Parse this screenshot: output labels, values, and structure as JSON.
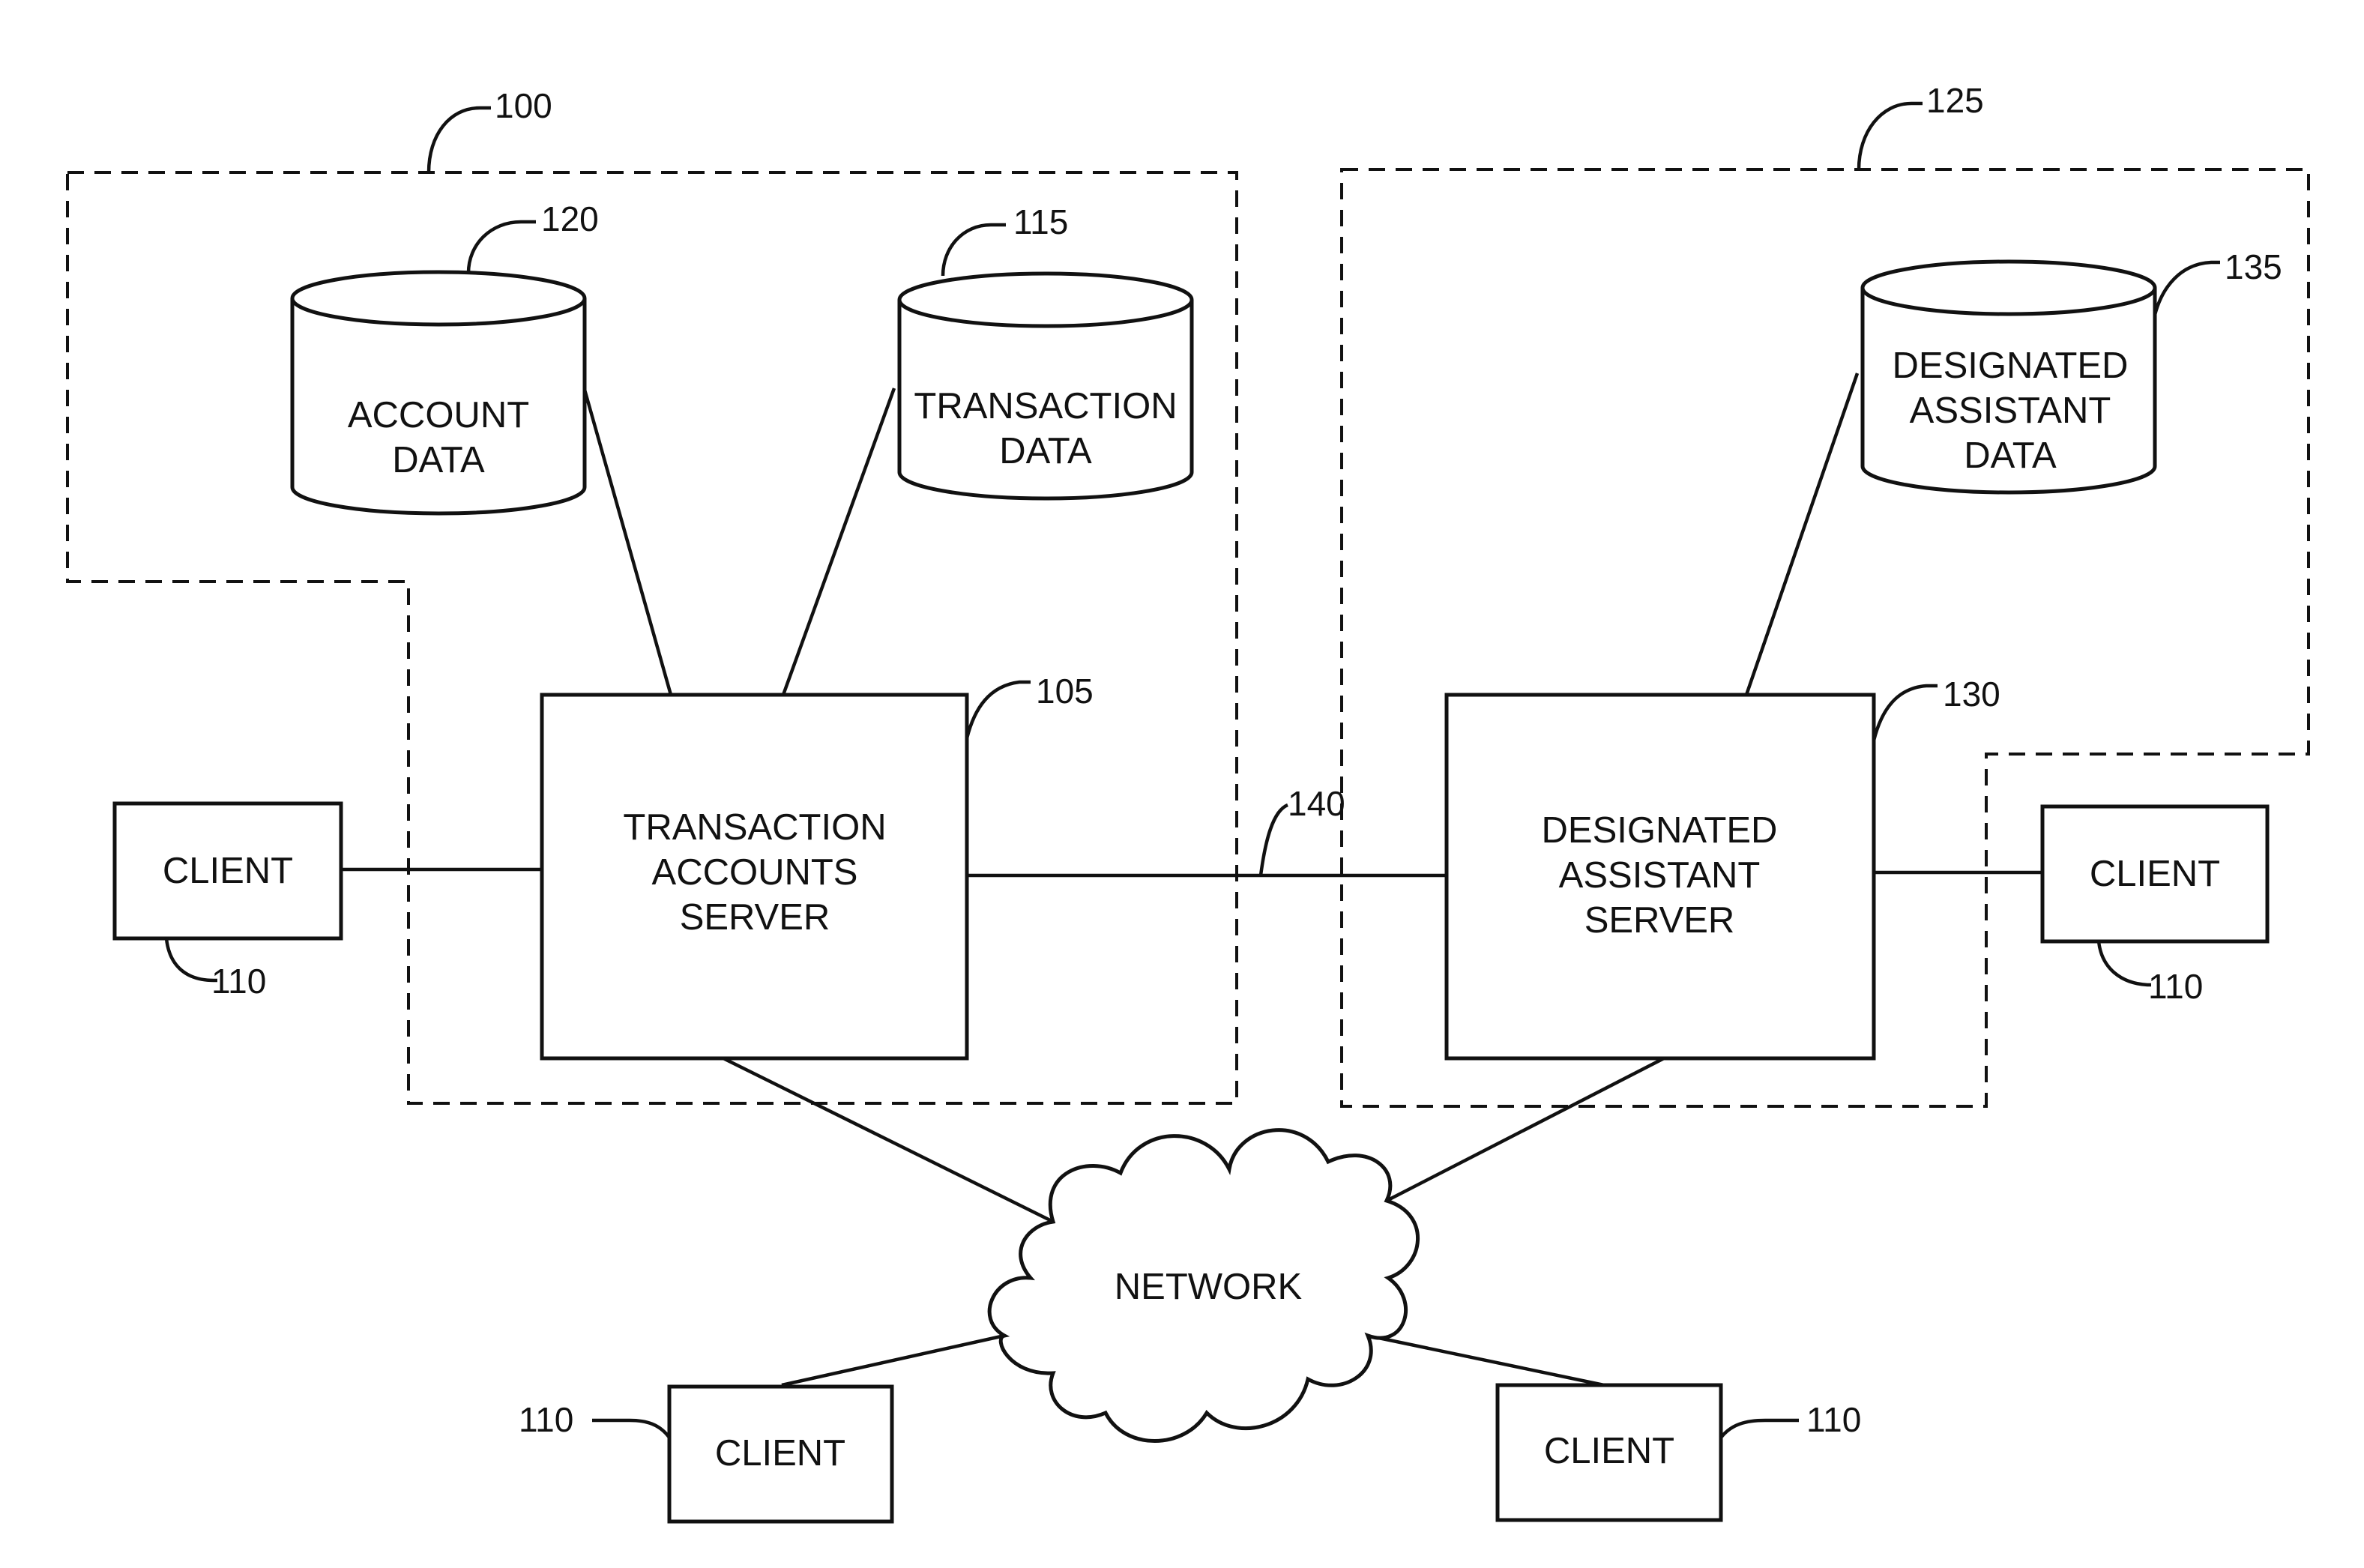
{
  "nodes": {
    "account_data": {
      "lines": [
        "ACCOUNT",
        "DATA"
      ],
      "ref": "120"
    },
    "transaction_data": {
      "lines": [
        "TRANSACTION",
        "DATA"
      ],
      "ref": "115"
    },
    "designated_assistant_data": {
      "lines": [
        "DESIGNATED",
        "ASSISTANT",
        "DATA"
      ],
      "ref": "135"
    },
    "transaction_accounts_server": {
      "lines": [
        "TRANSACTION",
        "ACCOUNTS",
        "SERVER"
      ],
      "ref": "105"
    },
    "designated_assistant_server": {
      "lines": [
        "DESIGNATED",
        "ASSISTANT",
        "SERVER"
      ],
      "ref": "130"
    },
    "network": {
      "label": "NETWORK"
    },
    "client_left": {
      "label": "CLIENT",
      "ref": "110"
    },
    "client_right": {
      "label": "CLIENT",
      "ref": "110"
    },
    "client_bottom_left": {
      "label": "CLIENT",
      "ref": "110"
    },
    "client_bottom_right": {
      "label": "CLIENT",
      "ref": "110"
    }
  },
  "groups": {
    "system_left": {
      "ref": "100"
    },
    "system_right": {
      "ref": "125"
    }
  },
  "links": {
    "server_link": {
      "ref": "140"
    }
  }
}
